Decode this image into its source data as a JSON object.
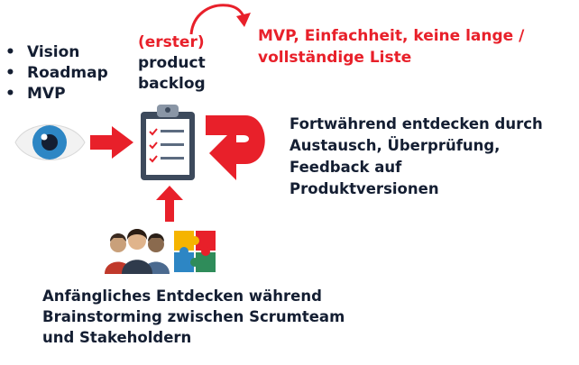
{
  "bullets": [
    "Vision",
    "Roadmap",
    "MVP"
  ],
  "backlog": {
    "line1": "(erster)",
    "line2": "product",
    "line3": "backlog"
  },
  "mvp_note": {
    "line1": "MVP, Einfachheit, keine lange /",
    "line2": "vollständige Liste"
  },
  "continuous": {
    "line1": "Fortwährend entdecken durch",
    "line2": "Austausch, Überprüfung,",
    "line3": "Feedback auf",
    "line4": "Produktversionen"
  },
  "initial": {
    "line1": "Anfängliches Entdecken während",
    "line2": "Brainstorming zwischen Scrumteam",
    "line3": "und Stakeholdern"
  },
  "icons": [
    "eye-icon",
    "clipboard-checklist-icon",
    "team-people-icon",
    "puzzle-icon"
  ],
  "colors": {
    "accent": "#e8202a",
    "text": "#141e32",
    "eye_iris": "#2d86c4",
    "clipboard": "#3d4a5c"
  }
}
